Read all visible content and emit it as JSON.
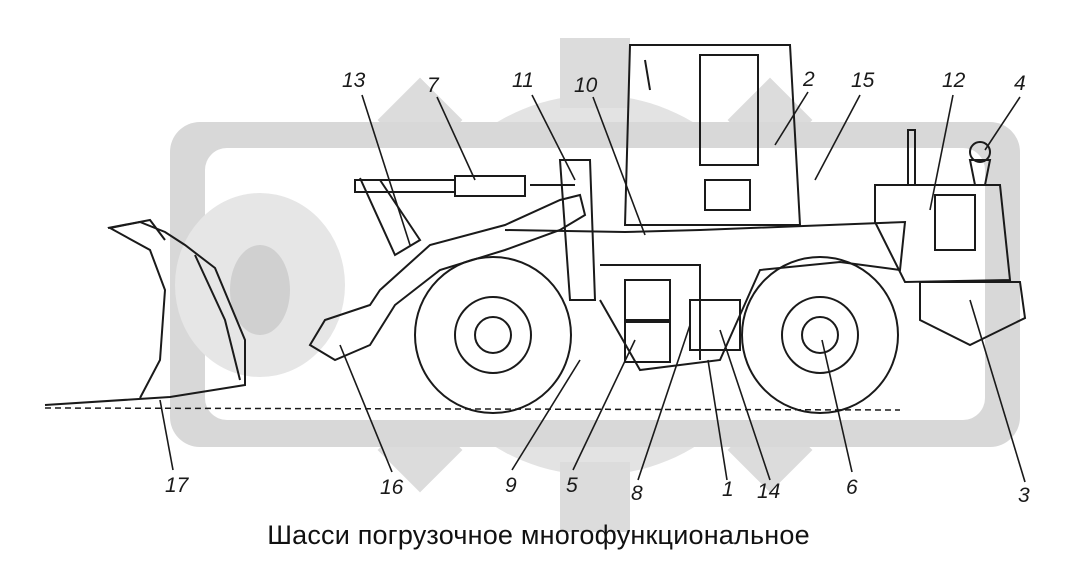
{
  "caption": "Шасси погрузочное многофункциональное",
  "callouts": [
    "13",
    "7",
    "11",
    "10",
    "2",
    "15",
    "12",
    "4",
    "17",
    "16",
    "9",
    "5",
    "8",
    "1",
    "14",
    "6",
    "3"
  ],
  "colors": {
    "ink": "#1a1a1a",
    "watermark": "#d9d9d9",
    "paper": "#ffffff"
  }
}
